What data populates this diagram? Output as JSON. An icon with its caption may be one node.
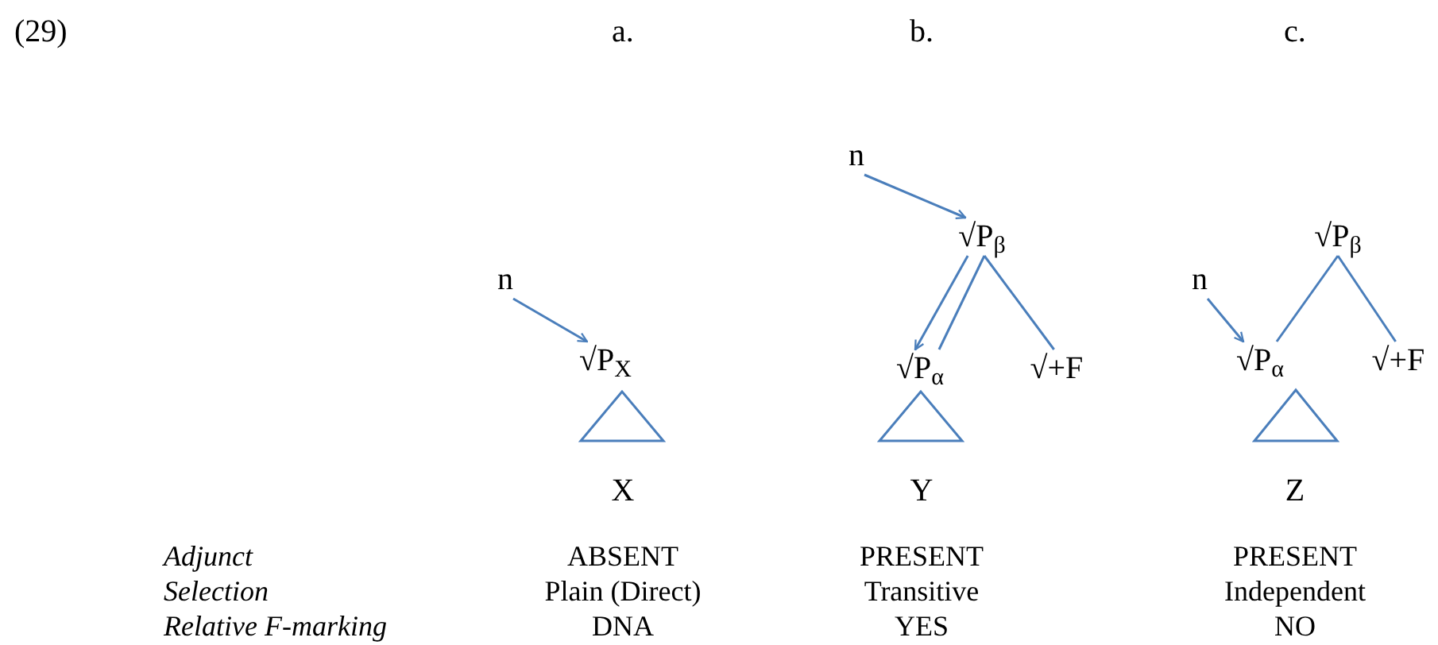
{
  "diagram": {
    "nodes": [
      {
        "text": [
          "n"
        ]
      },
      {
        "text": [
          "√P$_{X}$"
        ]
      },
      {
        "text": [],
        "shape": "triangle"
      },
      {
        "text": [
          "X"
        ]
      },
      {
        "text": [
          "n"
        ]
      },
      {
        "text": [
          "√P$_{β}$"
        ]
      },
      {
        "text": [
          "√P$_{α}$"
        ]
      },
      {
        "text": [
          "√+F"
        ]
      },
      {
        "text": [],
        "shape": "triangle"
      },
      {
        "text": [
          "Y"
        ]
      },
      {
        "text": [
          "√P$_{β}$"
        ]
      },
      {
        "text": [
          "n"
        ]
      },
      {
        "text": [
          "√P$_{α}$"
        ]
      },
      {
        "text": [
          "√+F"
        ]
      },
      {
        "text": [],
        "shape": "triangle"
      },
      {
        "text": [
          "Z"
        ]
      }
    ],
    "edges": [
      {
        "from": 0,
        "to": 1,
        "arrow": "to"
      },
      {
        "from": 4,
        "to": 5,
        "arrow": "to"
      },
      {
        "from": 5,
        "to": 6,
        "arrow": "to"
      },
      {
        "from": 5,
        "to": 6,
        "arrow": "none"
      },
      {
        "from": 5,
        "to": 7,
        "arrow": "none"
      },
      {
        "from": 11,
        "to": 12,
        "arrow": "to"
      },
      {
        "from": 10,
        "to": 12,
        "arrow": "none"
      },
      {
        "from": 10,
        "to": 13,
        "arrow": "none"
      }
    ],
    "labels": [
      "(29)",
      "a.",
      "b.",
      "c.",
      "Adjunct",
      "ABSENT",
      "PRESENT",
      "PRESENT",
      "Selection",
      "Plain (Direct)",
      "Transitive",
      "Independent",
      "Relative F-marking",
      "DNA",
      "YES",
      "NO"
    ]
  }
}
